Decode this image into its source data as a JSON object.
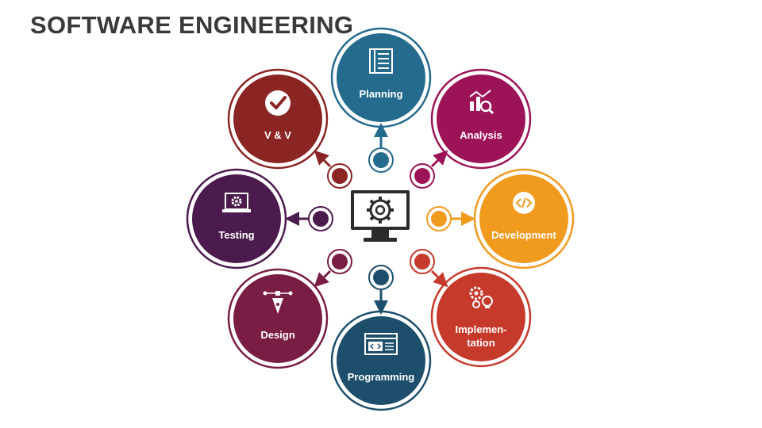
{
  "title": "SOFTWARE ENGINEERING",
  "center": {
    "icon": "computer-gear-icon"
  },
  "nodes": [
    {
      "id": "planning",
      "lines": [
        "Planning"
      ],
      "color": "#246b8e",
      "icon": "blueprint-icon"
    },
    {
      "id": "analysis",
      "lines": [
        "Analysis"
      ],
      "color": "#9c1457",
      "icon": "chart-magnifier-icon"
    },
    {
      "id": "development",
      "lines": [
        "Development"
      ],
      "color": "#f09a1e",
      "icon": "code-icon"
    },
    {
      "id": "implementation",
      "lines": [
        "Implemen-",
        "tation"
      ],
      "color": "#c63a2c",
      "icon": "gears-lightbulb-icon"
    },
    {
      "id": "programming",
      "lines": [
        "Programming"
      ],
      "color": "#1d4f6c",
      "icon": "code-window-icon"
    },
    {
      "id": "design",
      "lines": [
        "Design"
      ],
      "color": "#7a1d45",
      "icon": "pen-tool-icon"
    },
    {
      "id": "testing",
      "lines": [
        "Testing"
      ],
      "color": "#4c1b4d",
      "icon": "laptop-gear-icon"
    },
    {
      "id": "vv",
      "lines": [
        "V & V"
      ],
      "color": "#8a2523",
      "icon": "checkmark-icon"
    }
  ]
}
